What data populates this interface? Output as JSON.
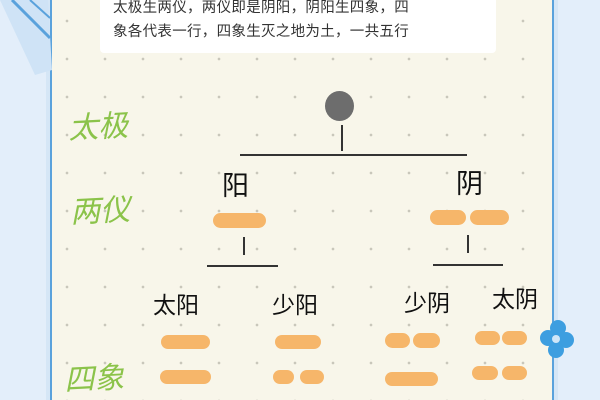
{
  "intro_text": {
    "line1": "太极生两仪，两仪即是阴阳，阴阳生四象，四",
    "line2": "象各代表一行，四象生灭之地为土，一共五行"
  },
  "levels": {
    "taiji": "太极",
    "liangyi": "两仪",
    "sixiang": "四象"
  },
  "liangyi": {
    "yang": "阳",
    "yin": "阴"
  },
  "sixiang": {
    "taiyang": "太阳",
    "shaoyang": "少阳",
    "shaoyin": "少阴",
    "taiyin": "太阴"
  },
  "colors": {
    "accent_green": "#8bc34a",
    "bar_orange": "#f6b66a",
    "border_blue": "#5aa2dc",
    "paper": "#f8f6ea"
  },
  "symbols": {
    "yang": "solid-line",
    "yin": "broken-line",
    "taiyang": [
      "solid",
      "solid"
    ],
    "shaoyang": [
      "solid",
      "broken"
    ],
    "shaoyin": [
      "broken",
      "solid"
    ],
    "taiyin": [
      "broken",
      "broken"
    ]
  }
}
